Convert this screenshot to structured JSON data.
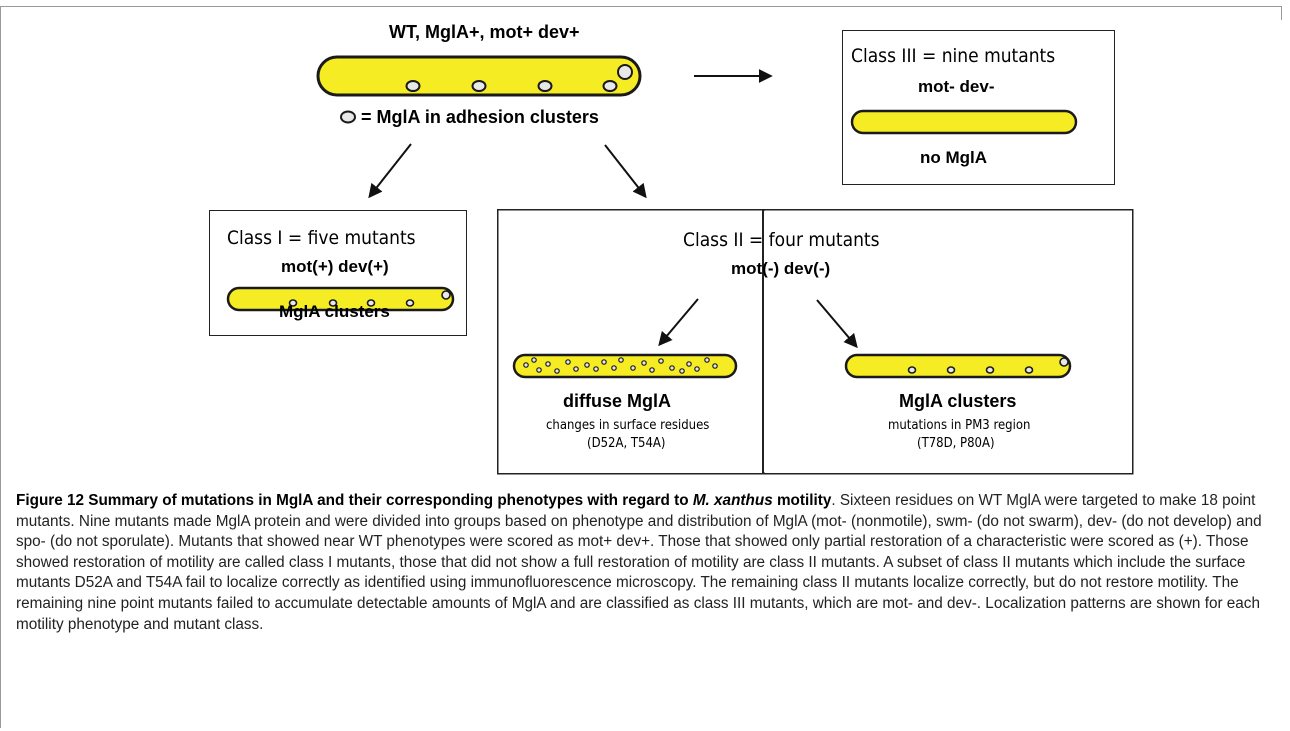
{
  "figure": {
    "top_label": "WT, MglA+, mot+ dev+",
    "legend_text": "= MglA in adhesion clusters",
    "class3": {
      "title": "Class III = nine mutants",
      "phenotype": "mot- dev-",
      "note": "no MglA"
    },
    "class1": {
      "title": "Class I = five mutants",
      "phenotype": "mot(+) dev(+)",
      "note": "MglA clusters"
    },
    "class2": {
      "title": "Class II = four mutants",
      "phenotype": "mot(-) dev(-)",
      "left": {
        "label": "diffuse MglA",
        "sub1": "changes in surface residues",
        "sub2": "(D52A, T54A)"
      },
      "right": {
        "label": "MglA clusters",
        "sub1": "mutations in PM3 region",
        "sub2": "(T78D, P80A)"
      }
    },
    "cell_fill": "#f5ec23",
    "cell_stroke": "#1a1a1a"
  },
  "caption": {
    "title_prefix": "Figure 12 Summary of mutations in MglA and their corresponding phenotypes with regard to ",
    "title_italic": "M. xanthus",
    "title_suffix": " motility",
    "body": ". Sixteen residues on WT MglA were targeted to make 18 point mutants. Nine mutants made MglA protein and were divided into groups based on phenotype and distribution of MglA (mot- (nonmotile), swm- (do not swarm), dev- (do not develop) and spo- (do not sporulate). Mutants that showed near WT phenotypes were scored as mot+ dev+. Those that showed only partial restoration of a characteristic were scored as (+). Those showed restoration of motility are called class I mutants, those that did not show a full restoration of motility are class II mutants. A subset of class II mutants which include the surface mutants D52A and T54A fail to localize correctly as identified using immunofluorescence microscopy. The remaining class II mutants localize correctly, but do not restore motility. The remaining nine point mutants failed to accumulate detectable amounts of MglA and are classified as class III mutants, which are mot- and dev-. Localization patterns are shown for each motility phenotype and mutant class."
  }
}
